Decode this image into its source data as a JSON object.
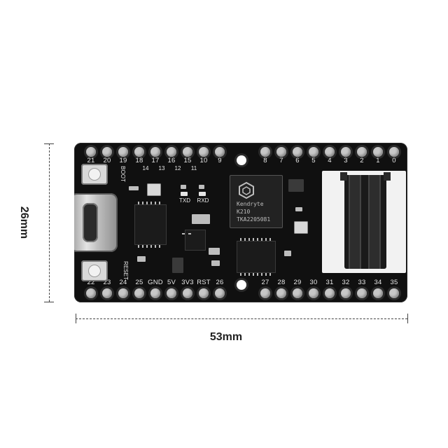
{
  "dimensions": {
    "height_label": "26mm",
    "width_label": "53mm"
  },
  "board": {
    "top_pins": [
      "21",
      "20",
      "19",
      "18",
      "17",
      "16",
      "15",
      "10",
      "9",
      "8",
      "7",
      "6",
      "5",
      "4",
      "3",
      "2",
      "1",
      "0"
    ],
    "middle_pins": [
      "14",
      "13",
      "12",
      "11"
    ],
    "bottom_pins": [
      "22",
      "23",
      "24",
      "25",
      "GND",
      "5V",
      "3V3",
      "RST",
      "26",
      "27",
      "28",
      "29",
      "30",
      "31",
      "32",
      "33",
      "34",
      "35"
    ],
    "boot_label": "BOOT",
    "reset_label": "RESET",
    "txd_label": "TXD",
    "rxd_label": "RXD",
    "chip": {
      "brand": "Kendryte",
      "model": "K210",
      "lot": "TKA2205081"
    }
  }
}
